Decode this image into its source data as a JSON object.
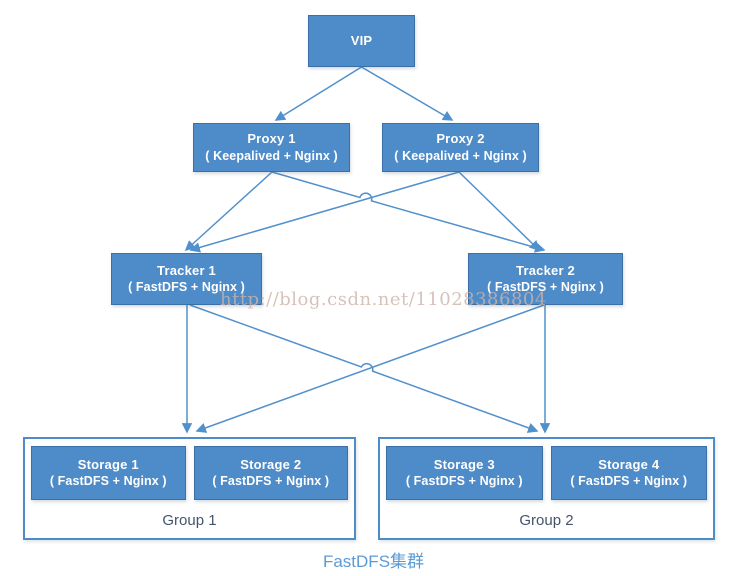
{
  "caption": "FastDFS集群",
  "watermark": "http://blog.csdn.net/11028386804",
  "colors": {
    "node_fill": "#4D8BC9",
    "node_border": "#3A6FA7",
    "node_text": "#FFFFFF",
    "connector": "#5090CC",
    "group_border": "#4E8CC9",
    "group_label": "#44546A",
    "caption": "#5B9BD5",
    "watermark": "#CDB3AB"
  },
  "nodes": {
    "vip": {
      "label": "VIP"
    },
    "proxy1": {
      "label": "Proxy 1",
      "sublabel": "( Keepalived + Nginx )"
    },
    "proxy2": {
      "label": "Proxy 2",
      "sublabel": "( Keepalived + Nginx )"
    },
    "tracker1": {
      "label": "Tracker 1",
      "sublabel": "( FastDFS + Nginx )"
    },
    "tracker2": {
      "label": "Tracker 2",
      "sublabel": "( FastDFS + Nginx )"
    },
    "storage1": {
      "label": "Storage 1",
      "sublabel": "( FastDFS + Nginx )"
    },
    "storage2": {
      "label": "Storage 2",
      "sublabel": "( FastDFS + Nginx )"
    },
    "storage3": {
      "label": "Storage 3",
      "sublabel": "( FastDFS + Nginx )"
    },
    "storage4": {
      "label": "Storage 4",
      "sublabel": "( FastDFS + Nginx )"
    },
    "group1": {
      "label": "Group 1"
    },
    "group2": {
      "label": "Group 2"
    }
  },
  "edges": [
    {
      "from": "vip",
      "to": "proxy1",
      "arrow": "to"
    },
    {
      "from": "vip",
      "to": "proxy2",
      "arrow": "to"
    },
    {
      "from": "proxy1",
      "to": "tracker1",
      "arrow": "to"
    },
    {
      "from": "proxy1",
      "to": "tracker2",
      "arrow": "to",
      "line_jump": true
    },
    {
      "from": "proxy2",
      "to": "tracker1",
      "arrow": "to"
    },
    {
      "from": "proxy2",
      "to": "tracker2",
      "arrow": "to"
    },
    {
      "from": "tracker1",
      "to": "group1",
      "arrow": "to"
    },
    {
      "from": "tracker1",
      "to": "group2",
      "arrow": "to",
      "line_jump": true
    },
    {
      "from": "tracker2",
      "to": "group1",
      "arrow": "to"
    },
    {
      "from": "tracker2",
      "to": "group2",
      "arrow": "to"
    }
  ]
}
